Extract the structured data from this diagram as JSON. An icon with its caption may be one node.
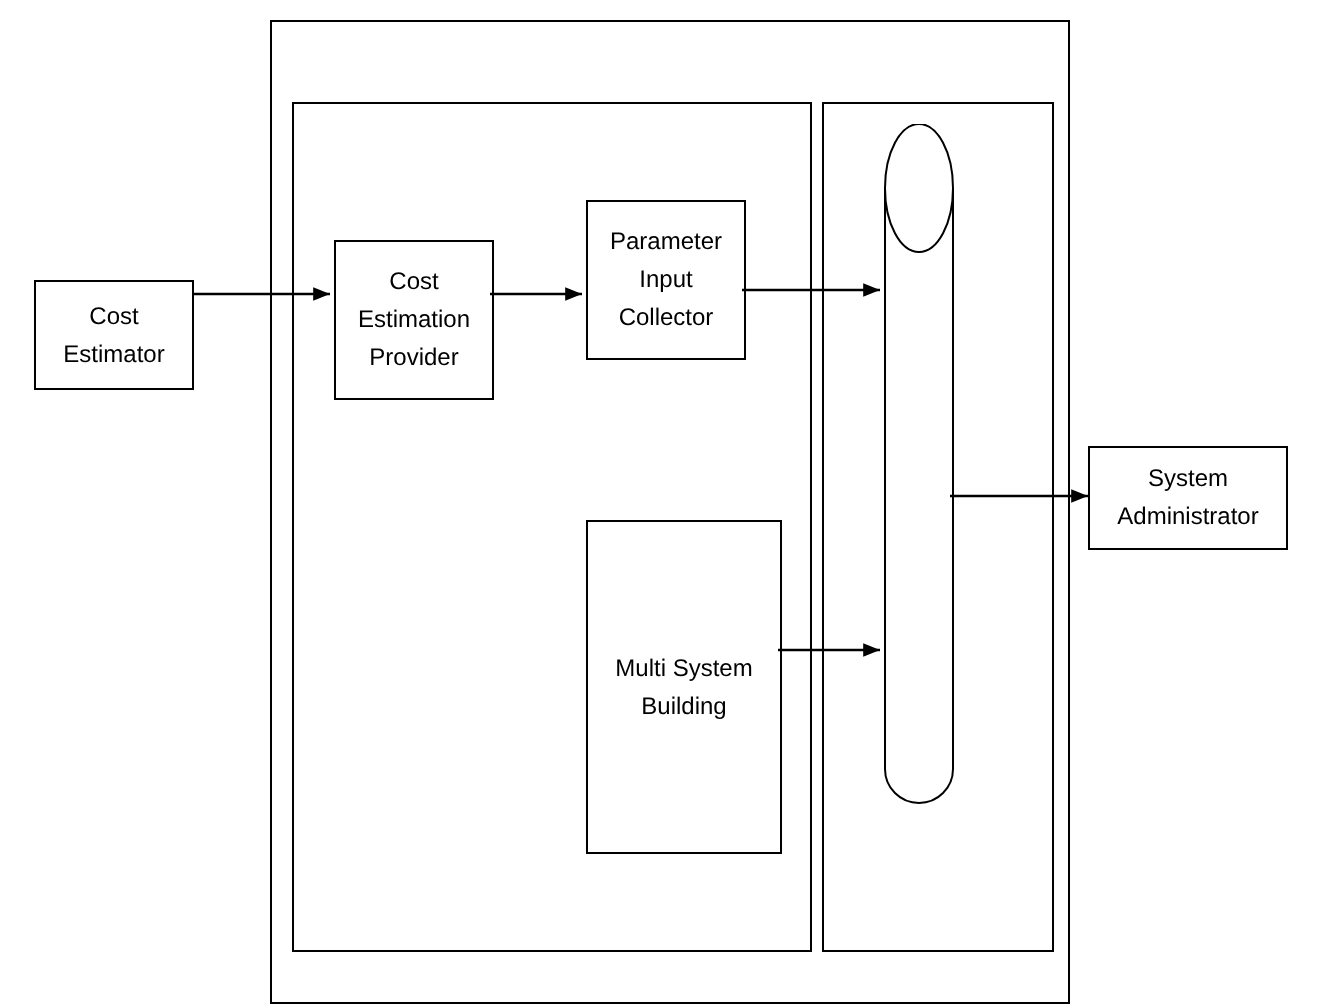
{
  "diagram": {
    "nodes": [
      {
        "text": [
          "Cost Estimator"
        ]
      },
      {
        "text": [],
        "shape": "box"
      },
      {
        "text": [],
        "shape": "box",
        "in": 1
      },
      {
        "text": [
          "Cost Estimation Provider"
        ],
        "in": 2
      },
      {
        "text": [
          "Parameter Input Collector"
        ],
        "in": 2
      },
      {
        "text": [
          "Multi System Building"
        ],
        "in": 2
      },
      {
        "text": [],
        "shape": "box",
        "in": 1
      },
      {
        "text": [],
        "shape": "cylinder",
        "in": 6
      },
      {
        "text": [
          "System Administrator"
        ]
      }
    ],
    "edges": [
      {
        "from": 0,
        "to": 3,
        "arrow": "to"
      },
      {
        "from": 3,
        "to": 4,
        "arrow": "to"
      },
      {
        "from": 4,
        "to": 7,
        "arrow": "to"
      },
      {
        "from": 5,
        "to": 7,
        "arrow": "to"
      },
      {
        "from": 7,
        "to": 8,
        "arrow": "to"
      }
    ]
  }
}
